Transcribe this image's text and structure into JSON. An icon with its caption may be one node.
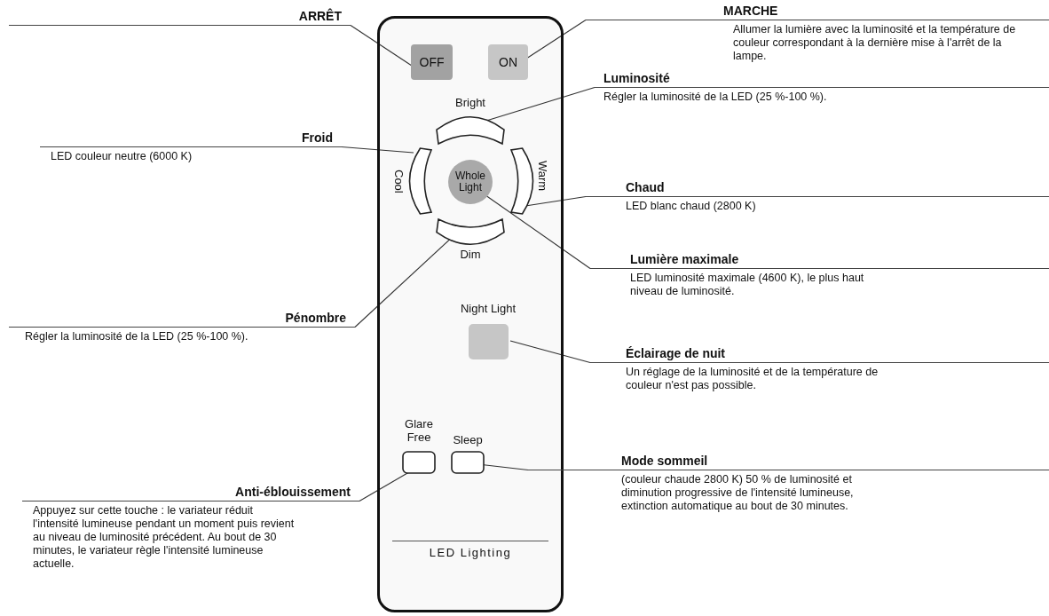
{
  "diagram": {
    "nodes": [
      {
        "text": [
          "LED Lighting"
        ]
      },
      {
        "text": [
          "OFF"
        ],
        "in": 0
      },
      {
        "text": [
          "ON"
        ],
        "in": 0
      },
      {
        "text": [
          "Bright"
        ],
        "in": 0
      },
      {
        "text": [
          "Cool"
        ],
        "in": 0
      },
      {
        "text": [
          "Whole Light"
        ],
        "in": 0
      },
      {
        "text": [
          "Warm"
        ],
        "in": 0
      },
      {
        "text": [
          "Dim"
        ],
        "in": 0
      },
      {
        "text": [
          "Night Light"
        ],
        "in": 0
      },
      {
        "text": [
          "Glare Free"
        ],
        "in": 0
      },
      {
        "text": [
          "Sleep"
        ],
        "in": 0
      },
      {
        "text": [
          "ARRÊT"
        ]
      },
      {
        "text": [
          "MARCHE",
          "Allumer la lumière avec la luminosité et la température de couleur correspondant à la dernière mise à l'arrêt de la lampe."
        ]
      },
      {
        "text": [
          "Luminosité",
          "Régler la luminosité de la LED (25 %-100 %)."
        ]
      },
      {
        "text": [
          "Froid",
          "LED couleur neutre (6000 K)"
        ]
      },
      {
        "text": [
          "Chaud",
          "LED blanc chaud (2800 K)"
        ]
      },
      {
        "text": [
          "Lumière maximale",
          "LED luminosité maximale (4600 K), le plus haut niveau de luminosité."
        ]
      },
      {
        "text": [
          "Pénombre",
          "Régler la luminosité de la LED (25 %-100 %)."
        ]
      },
      {
        "text": [
          "Éclairage de nuit",
          "Un réglage de la luminosité et de la température de couleur n'est pas possible."
        ]
      },
      {
        "text": [
          "Anti-éblouissement",
          "Appuyez sur cette touche : le variateur réduit l'intensité lumineuse pendant un moment puis revient au niveau de luminosité précédent. Au bout de 30 minutes, le variateur règle l'intensité lumineuse actuelle."
        ]
      },
      {
        "text": [
          "Mode sommeil",
          "(couleur chaude 2800 K) 50 % de luminosité et diminution progressive de l'intensité lumineuse, extinction automatique au bout de 30 minutes."
        ]
      }
    ],
    "edges": [
      {
        "from": 11,
        "to": 1,
        "arrow": "none"
      },
      {
        "from": 12,
        "to": 2,
        "arrow": "none"
      },
      {
        "from": 13,
        "to": 3,
        "arrow": "none"
      },
      {
        "from": 14,
        "to": 4,
        "arrow": "none"
      },
      {
        "from": 15,
        "to": 6,
        "arrow": "none"
      },
      {
        "from": 16,
        "to": 5,
        "arrow": "none"
      },
      {
        "from": 17,
        "to": 7,
        "arrow": "none"
      },
      {
        "from": 18,
        "to": 8,
        "arrow": "none"
      },
      {
        "from": 19,
        "to": 9,
        "arrow": "none"
      },
      {
        "from": 20,
        "to": 10,
        "arrow": "none"
      }
    ]
  }
}
